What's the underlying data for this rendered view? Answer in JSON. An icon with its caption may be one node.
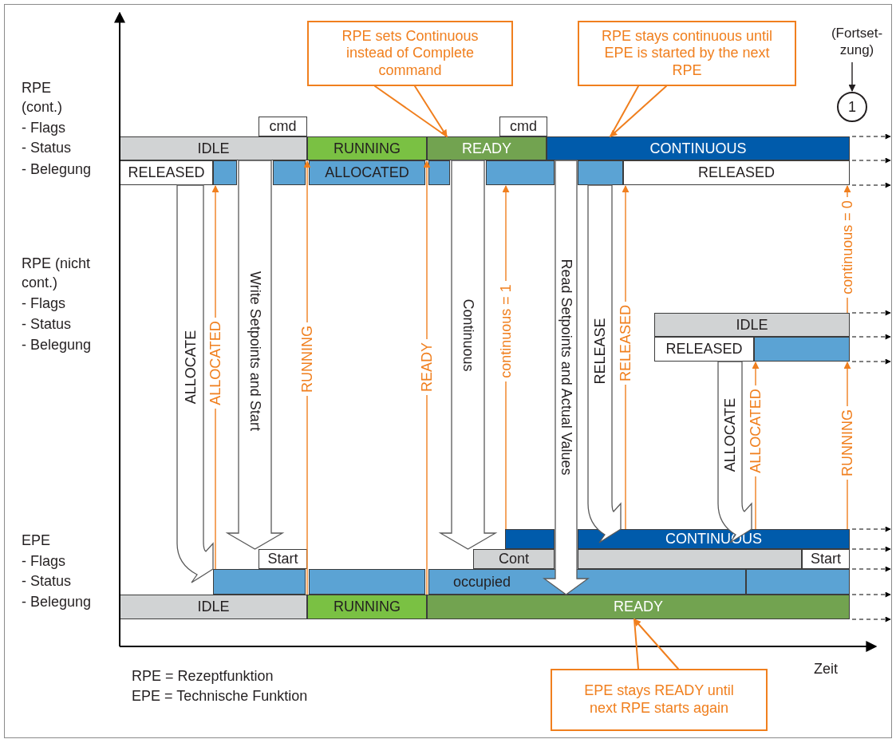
{
  "diagram": {
    "nodes": [
      {
        "text": [
          "RPE sets Continuous instead of Complete command"
        ]
      },
      {
        "text": [
          "RPE stays continuous until EPE is started by the next RPE"
        ]
      },
      {
        "text": [
          "(Fortset- zung)"
        ]
      },
      {
        "text": [
          "1"
        ]
      },
      {
        "text": [
          "cmd"
        ]
      },
      {
        "text": [
          "cmd"
        ]
      },
      {
        "text": [
          "IDLE"
        ]
      },
      {
        "text": [
          "RUNNING"
        ]
      },
      {
        "text": [
          "READY"
        ]
      },
      {
        "text": [
          "CONTINUOUS"
        ]
      },
      {
        "text": [
          "RELEASED"
        ]
      },
      {
        "text": [],
        "shape": "bar"
      },
      {
        "text": [],
        "shape": "bar"
      },
      {
        "text": [
          "ALLOCATED"
        ]
      },
      {
        "text": [],
        "shape": "bar"
      },
      {
        "text": [],
        "shape": "bar"
      },
      {
        "text": [],
        "shape": "bar"
      },
      {
        "text": [
          "RELEASED"
        ]
      },
      {
        "text": [
          "IDLE"
        ]
      },
      {
        "text": [
          "RELEASED"
        ]
      },
      {
        "text": [],
        "shape": "bar"
      },
      {
        "text": [],
        "shape": "bar"
      },
      {
        "text": [
          "CONTINUOUS"
        ]
      },
      {
        "text": [
          "Start"
        ]
      },
      {
        "text": [
          "Cont"
        ]
      },
      {
        "text": [],
        "shape": "bar"
      },
      {
        "text": [
          "Start"
        ]
      },
      {
        "text": [],
        "shape": "bar"
      },
      {
        "text": [],
        "shape": "bar"
      },
      {
        "text": [
          "occupied"
        ]
      },
      {
        "text": [],
        "shape": "bar"
      },
      {
        "text": [
          "IDLE"
        ]
      },
      {
        "text": [
          "RUNNING"
        ]
      },
      {
        "text": [
          "READY"
        ]
      },
      {
        "text": [
          "EPE stays READY until next RPE starts again"
        ]
      }
    ],
    "edges": [
      {
        "from": 10,
        "to": 27,
        "arrow": "to",
        "label": "ALLOCATE",
        "style": "thick",
        "color": "#595959"
      },
      {
        "from": 27,
        "to": 11,
        "arrow": "to",
        "label": "ALLOCATED"
      },
      {
        "from": 6,
        "to": 23,
        "arrow": "to",
        "label": "Write Setpoints and Start",
        "style": "thick",
        "color": "#595959"
      },
      {
        "from": 32,
        "to": 7,
        "arrow": "to",
        "label": "RUNNING"
      },
      {
        "from": 33,
        "to": 8,
        "arrow": "to",
        "label": "READY"
      },
      {
        "from": 8,
        "to": 24,
        "arrow": "to",
        "label": "Continuous",
        "style": "thick",
        "color": "#595959"
      },
      {
        "from": 21,
        "to": 15,
        "arrow": "to",
        "label": "continuous = 1"
      },
      {
        "from": 9,
        "to": 33,
        "arrow": "to",
        "label": "Read Setpoints and Actual Values",
        "style": "thick",
        "color": "#595959"
      },
      {
        "from": 16,
        "to": 22,
        "arrow": "to",
        "label": "RELEASE",
        "style": "thick",
        "color": "#595959"
      },
      {
        "from": 22,
        "to": 17,
        "arrow": "to",
        "label": "RELEASED"
      },
      {
        "from": 19,
        "to": 22,
        "arrow": "to",
        "label": "ALLOCATE",
        "style": "thick",
        "color": "#595959"
      },
      {
        "from": 22,
        "to": 20,
        "arrow": "to",
        "label": "ALLOCATED"
      },
      {
        "from": 22,
        "to": 20,
        "arrow": "to",
        "label": "RUNNING"
      },
      {
        "from": 18,
        "to": 17,
        "arrow": "to",
        "label": "continuous = 0"
      },
      {
        "from": 0,
        "to": 8,
        "arrow": "to"
      },
      {
        "from": 1,
        "to": 9,
        "arrow": "to"
      },
      {
        "from": 34,
        "to": 33,
        "arrow": "to"
      },
      {
        "from": 2,
        "to": 3,
        "arrow": "to",
        "color": "#231f20"
      }
    ],
    "labels": [
      "RPE (cont.)",
      "- Flags",
      "- Status",
      "- Belegung",
      "RPE (nicht cont.)",
      "- Flags",
      "- Status",
      "- Belegung",
      "EPE",
      "- Flags",
      "- Status",
      "- Belegung",
      "Zeit",
      "RPE = Rezeptfunktion",
      "EPE = Technische Funktion"
    ]
  }
}
